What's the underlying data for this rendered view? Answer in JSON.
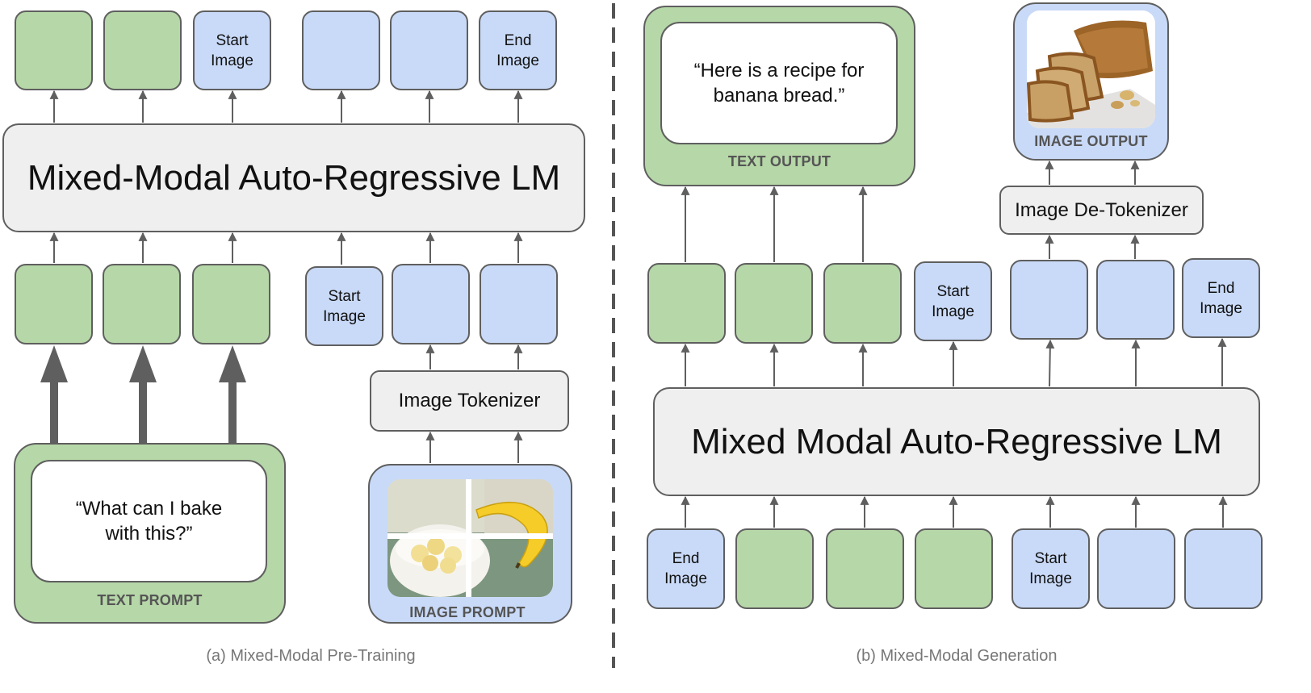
{
  "panel_a": {
    "model_label": "Mixed-Modal Auto-Regressive LM",
    "tokenizer_label": "Image Tokenizer",
    "top_tokens": [
      "",
      "",
      "Start\nImage",
      "",
      "",
      "End\nImage"
    ],
    "bottom_tokens": [
      "",
      "",
      "",
      "Start\nImage",
      "",
      ""
    ],
    "text_prompt": {
      "text": "“What can I bake\nwith this?”",
      "caption": "TEXT PROMPT"
    },
    "image_prompt": {
      "caption": "IMAGE PROMPT",
      "image": "banana-bowl-photo"
    },
    "subtitle": "(a) Mixed-Modal Pre-Training"
  },
  "panel_b": {
    "model_label": "Mixed Modal Auto-Regressive LM",
    "detokenizer_label": "Image De-Tokenizer",
    "mid_tokens": [
      "",
      "",
      "",
      "Start\nImage",
      "",
      "",
      "End\nImage"
    ],
    "bottom_tokens": [
      "End\nImage",
      "",
      "",
      "",
      "Start\nImage",
      "",
      ""
    ],
    "text_output": {
      "text": "“Here is a recipe for\nbanana bread.”",
      "caption": "TEXT OUTPUT"
    },
    "image_output": {
      "caption": "IMAGE OUTPUT",
      "image": "banana-bread-photo"
    },
    "subtitle": "(b) Mixed-Modal Generation"
  },
  "colors": {
    "text_token": "#b6d7a8",
    "image_token": "#c9daf8",
    "model": "#efefef",
    "stroke": "#5f5f5f",
    "divider": "#555555"
  }
}
